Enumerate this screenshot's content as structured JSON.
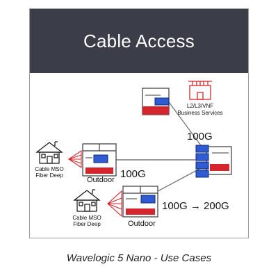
{
  "header": {
    "title": "Cable Access"
  },
  "nodes": {
    "business": {
      "label_line1": "L2/L3/VNF",
      "label_line2": "Business Services",
      "icon": "building-icon"
    },
    "site_top": {
      "icon": "house-icon",
      "label_line1": "Cable MSO",
      "label_line2": "Fiber Deep"
    },
    "site_bottom": {
      "icon": "house-icon",
      "label_line1": "Cable MSO",
      "label_line2": "Fiber Deep"
    },
    "cabinet_top": {
      "label": "Outdoor"
    },
    "cabinet_bottom": {
      "label": "Outdoor"
    }
  },
  "links": {
    "top": "100G",
    "middle": "100G",
    "bottom": "100G → 200G"
  },
  "caption": "Wavelogic 5 Nano - Use Cases",
  "colors": {
    "header": "#3b3e48",
    "accent_blue": "#2f5bd3",
    "accent_red": "#d4262c",
    "line": "#7a7a7a"
  }
}
